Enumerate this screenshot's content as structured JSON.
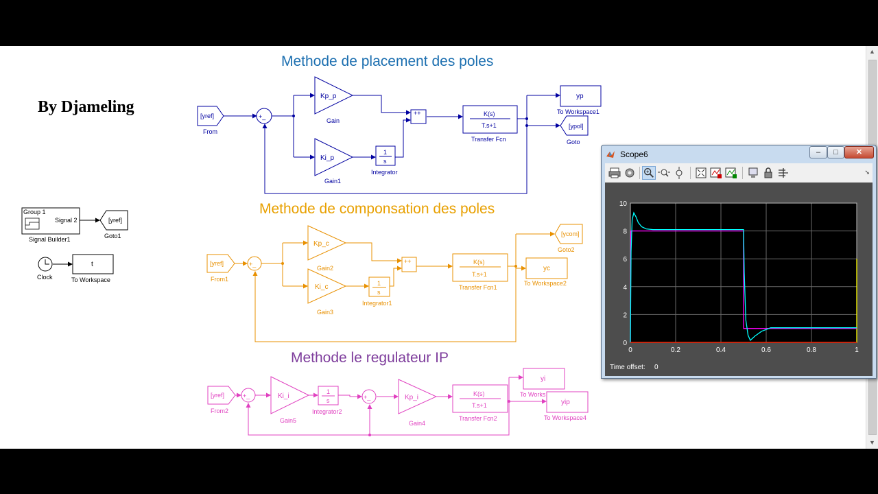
{
  "author": "By Djameling",
  "sections": {
    "placement": {
      "title": "Methode de placement des poles",
      "color": "#1c6fb0",
      "blocks": {
        "from": "From",
        "from_tag": "[yref]",
        "gain_kp": "Kp_p",
        "gain_label": "Gain",
        "gain_ki": "Ki_p",
        "gain1_label": "Gain1",
        "integrator_num": "1",
        "integrator_den": "s",
        "integrator_label": "Integrator",
        "tf_num": "K(s)",
        "tf_den": "T.s+1",
        "tf_label": "Transfer Fcn",
        "ws_var": "yp",
        "ws_label": "To Workspace1",
        "goto_tag": "[ypol]",
        "goto_label": "Goto",
        "sum1_signs": "+_",
        "sum2_signs": "++"
      }
    },
    "compensation": {
      "title": "Methode de componsation des poles",
      "color": "#e8a000",
      "blocks": {
        "from": "From1",
        "from_tag": "[yref]",
        "gain_kp": "Kp_c",
        "gain_label": "Gain2",
        "gain_ki": "Ki_c",
        "gain1_label": "Gain3",
        "integrator_num": "1",
        "integrator_den": "s",
        "integrator_label": "Integrator1",
        "tf_num": "K(s)",
        "tf_den": "T.s+1",
        "tf_label": "Transfer Fcn1",
        "ws_var": "yc",
        "ws_label": "To Workspace2",
        "goto_tag": "[ycom]",
        "goto_label": "Goto2",
        "sum1_signs": "+_",
        "sum2_signs": "++"
      }
    },
    "ip": {
      "title": "Methode le regulateur IP",
      "color": "#7e3d9c",
      "block_color": "#e040c0",
      "blocks": {
        "from": "From2",
        "from_tag": "[yref]",
        "gain_ki": "Ki_i",
        "gain5_label": "Gain5",
        "integrator_num": "1",
        "integrator_den": "s",
        "integrator_label": "Integrator2",
        "gain_kp": "Kp_i",
        "gain4_label": "Gain4",
        "tf_num": "K(s)",
        "tf_den": "T.s+1",
        "tf_label": "Transfer Fcn2",
        "ws_var": "yi",
        "ws_label": "To Works",
        "ws2_var": "yip",
        "ws2_label": "To Workspace4",
        "sum1_signs": "+_",
        "sum2_signs": "+_"
      }
    }
  },
  "left_blocks": {
    "signal_builder": {
      "group": "Group 1",
      "signal": "Signal 2",
      "label": "Signal Builder1"
    },
    "goto1": {
      "tag": "[yref]",
      "label": "Goto1"
    },
    "clock": {
      "label": "Clock"
    },
    "to_workspace": {
      "var": "t",
      "label": "To Workspace"
    }
  },
  "scope": {
    "title": "Scope6",
    "time_offset_label": "Time offset:",
    "time_offset_value": "0",
    "toolbar": [
      "print-icon",
      "parameters-icon",
      "zoom-icon",
      "zoom-x-icon",
      "zoom-y-icon",
      "autoscale-icon",
      "save-axes-icon",
      "restore-axes-icon",
      "floating-scope-icon",
      "lock-icon",
      "signal-selection-icon"
    ],
    "chart_data": {
      "type": "line",
      "xlim": [
        0,
        1
      ],
      "ylim": [
        0,
        10
      ],
      "xticks": [
        "0",
        "0.2",
        "0.4",
        "0.6",
        "0.8",
        "1"
      ],
      "yticks": [
        "0",
        "2",
        "4",
        "6",
        "8",
        "10"
      ],
      "grid": true,
      "background": "#000000",
      "series": [
        {
          "color": "#ffff00",
          "x": [
            0,
            0.5,
            0.5,
            1,
            1
          ],
          "y": [
            0,
            0,
            0,
            0,
            6
          ]
        },
        {
          "color": "#ff00ff",
          "x": [
            0,
            0.002,
            0.5,
            0.5,
            1
          ],
          "y": [
            0,
            8,
            8,
            1,
            1
          ]
        },
        {
          "color": "#00ffff",
          "x": [
            0,
            0.003,
            0.008,
            0.015,
            0.025,
            0.035,
            0.05,
            0.07,
            0.1,
            0.5,
            0.503,
            0.51,
            0.52,
            0.53,
            0.55,
            0.58,
            0.62,
            1
          ],
          "y": [
            0,
            6.5,
            8.8,
            9.3,
            9.0,
            8.6,
            8.3,
            8.15,
            8.1,
            8.1,
            5.0,
            1.6,
            0.5,
            0.15,
            0.45,
            0.8,
            1.05,
            1.05
          ]
        },
        {
          "color": "#ff0000",
          "x": [
            0,
            1
          ],
          "y": [
            0,
            0
          ]
        }
      ]
    }
  }
}
